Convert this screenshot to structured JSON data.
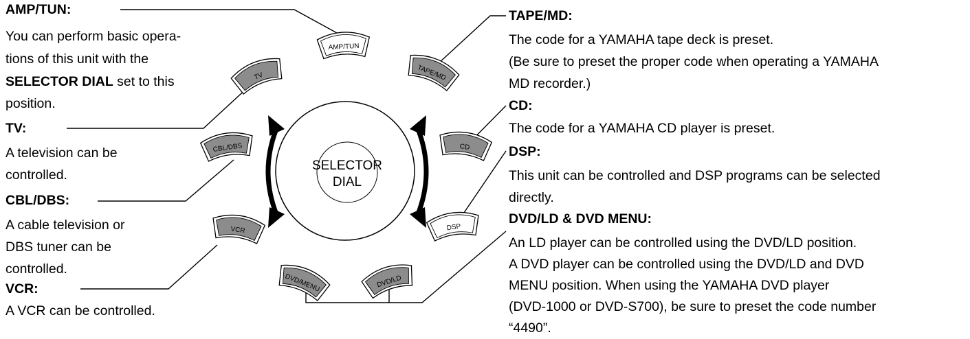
{
  "left": {
    "amp_tun": {
      "heading": "AMP/TUN:",
      "line1": "You can perform basic opera-",
      "line2": "tions of this unit with the",
      "line3_bold": "SELECTOR DIAL",
      "line3_rest": " set to this",
      "line4": "position."
    },
    "tv": {
      "heading": "TV:",
      "body": "A television can be\ncontrolled."
    },
    "cbl_dbs": {
      "heading": "CBL/DBS:",
      "body": "A cable television or\nDBS tuner can be\ncontrolled."
    },
    "vcr": {
      "heading": "VCR:",
      "body": "A VCR can be controlled."
    }
  },
  "right": {
    "tape_md": {
      "heading": "TAPE/MD:",
      "body": "The code for a YAMAHA tape deck is preset.\n(Be sure to preset the proper code when operating a YAMAHA\nMD recorder.)"
    },
    "cd": {
      "heading": "CD:",
      "body": "The code for a YAMAHA CD player is preset."
    },
    "dsp": {
      "heading": "DSP:",
      "body": "This unit can be controlled and DSP programs can be selected\ndirectly."
    },
    "dvd": {
      "heading": "DVD/LD & DVD MENU:",
      "body": "An LD player can be controlled using the DVD/LD position.\nA DVD player can be controlled using the DVD/LD and DVD\nMENU position.  When using the YAMAHA DVD player\n(DVD-1000 or DVD-S700), be sure to preset the code number\n“4490”."
    }
  },
  "dial": {
    "label_line1": "SELECTOR",
    "label_line2": "DIAL",
    "positions": {
      "amp_tun": "AMP/TUN",
      "tv": "TV",
      "cbl_dbs": "CBL/DBS",
      "vcr": "VCR",
      "dvd_menu": "DVD/MENU",
      "dvd_ld": "DVD/LD",
      "dsp": "DSP",
      "cd": "CD",
      "tape_md": "TAPE/MD"
    },
    "shaded_fill": "#8c8c8c",
    "plain_fill": "#ffffff"
  }
}
